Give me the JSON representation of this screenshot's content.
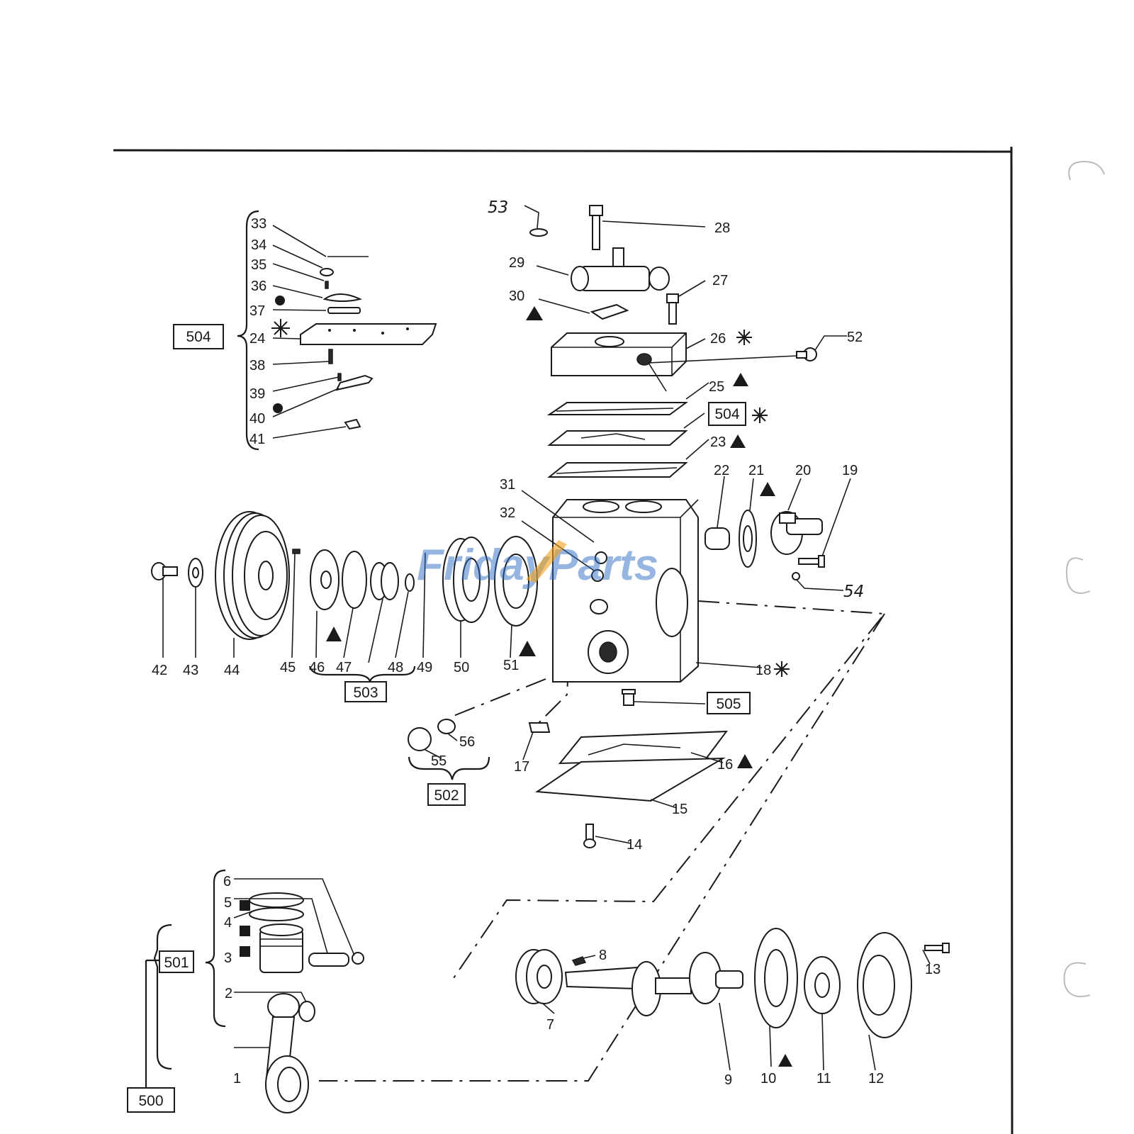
{
  "part_labels": [
    "1",
    "2",
    "3",
    "4",
    "5",
    "6",
    "7",
    "8",
    "9",
    "10",
    "11",
    "12",
    "13",
    "14",
    "15",
    "16",
    "17",
    "18",
    "19",
    "20",
    "21",
    "22",
    "23",
    "24",
    "25",
    "26",
    "27",
    "28",
    "29",
    "30",
    "31",
    "32",
    "33",
    "34",
    "35",
    "36",
    "37",
    "38",
    "39",
    "40",
    "41",
    "42",
    "43",
    "44",
    "45",
    "46",
    "47",
    "48",
    "49",
    "50",
    "51",
    "52",
    "53",
    "54",
    "55",
    "56"
  ],
  "assembly_boxes": [
    "500",
    "501",
    "502",
    "503",
    "504",
    "505"
  ],
  "watermark": {
    "left": "Friday",
    "right": "Parts"
  },
  "icons": {
    "triangle": "triangle-marker-icon",
    "asterisk": "asterisk-marker-icon",
    "dot": "dot-marker-icon",
    "square": "square-marker-icon"
  },
  "colors": {
    "ink": "#1a1a1a",
    "paper": "#ffffff",
    "watermark_blue": "#2f6fc4",
    "watermark_orange": "#f0a018"
  }
}
